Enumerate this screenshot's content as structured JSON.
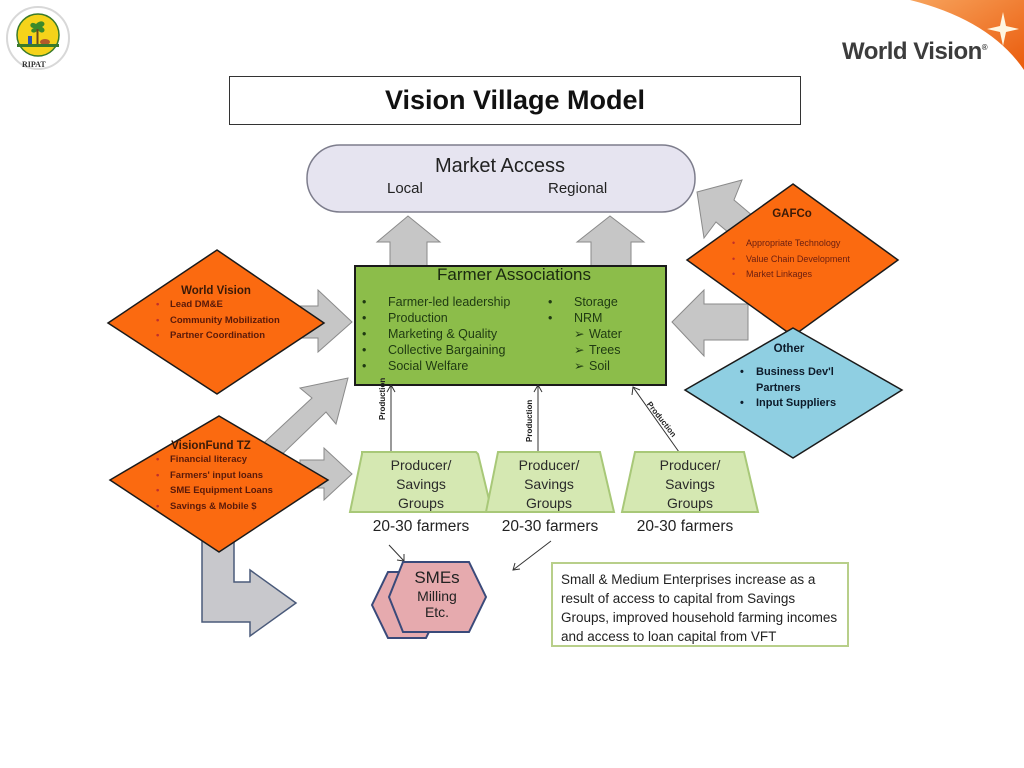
{
  "slide": {
    "title": "Vision Village Model",
    "logos": {
      "left": {
        "name": "RIPAT",
        "label": "RIPAT"
      },
      "right": {
        "name": "World Vision",
        "label": "World Vision",
        "mark": "®"
      }
    }
  },
  "market_access": {
    "title": "Market Access",
    "left_label": "Local",
    "right_label": "Regional"
  },
  "farmer_associations": {
    "title": "Farmer Associations",
    "left_items": [
      "Farmer-led leadership",
      "Production",
      "Marketing & Quality",
      "Collective Bargaining",
      "Social Welfare"
    ],
    "right_items": [
      {
        "bullet": "•",
        "label": "Storage"
      },
      {
        "bullet": "•",
        "label": "NRM"
      },
      {
        "bullet": "➢",
        "label": "Water"
      },
      {
        "bullet": "➢",
        "label": "Trees"
      },
      {
        "bullet": "➢",
        "label": "Soil"
      }
    ]
  },
  "partners": {
    "world_vision": {
      "title": "World Vision",
      "items": [
        "Lead DM&E",
        "Community Mobilization",
        "Partner  Coordination"
      ]
    },
    "visionfund": {
      "title": "VisionFund TZ",
      "items": [
        "Financial literacy",
        "Farmers' input loans",
        "SME Equipment Loans",
        "Savings & Mobile $"
      ]
    },
    "gafco": {
      "title": "GAFCo",
      "items": [
        "Appropriate Technology",
        "Value Chain Development",
        "Market Linkages"
      ]
    },
    "other": {
      "title": "Other",
      "items": [
        "Business Dev'l",
        "Partners",
        "Input Suppliers"
      ]
    }
  },
  "groups": [
    {
      "label_lines": [
        "Producer/",
        "Savings",
        "Groups"
      ],
      "size": "20-30 farmers",
      "link_label": "Production"
    },
    {
      "label_lines": [
        "Producer/",
        "Savings",
        "Groups"
      ],
      "size": "20-30 farmers",
      "link_label": "Production"
    },
    {
      "label_lines": [
        "Producer/",
        "Savings",
        "Groups"
      ],
      "size": "20-30 farmers",
      "link_label": "Production"
    }
  ],
  "smes": {
    "title": "SMEs",
    "line1": "Milling",
    "line2": "Etc."
  },
  "note": {
    "text": "Small & Medium Enterprises  increase as  a result of access  to capital from Savings Groups, improved  household  farming incomes and access to loan capital from VFT"
  },
  "colors": {
    "orange": "#f97316",
    "orange_fill": "#fb6a10",
    "green_box": "#8cbd4a",
    "light_green": "#d7e9b4",
    "lavender": "#e6e4f0",
    "blue_diamond": "#8fcfe2",
    "arrow_gray": "#c8c8c8",
    "sme_pink": "#e6aaae"
  }
}
